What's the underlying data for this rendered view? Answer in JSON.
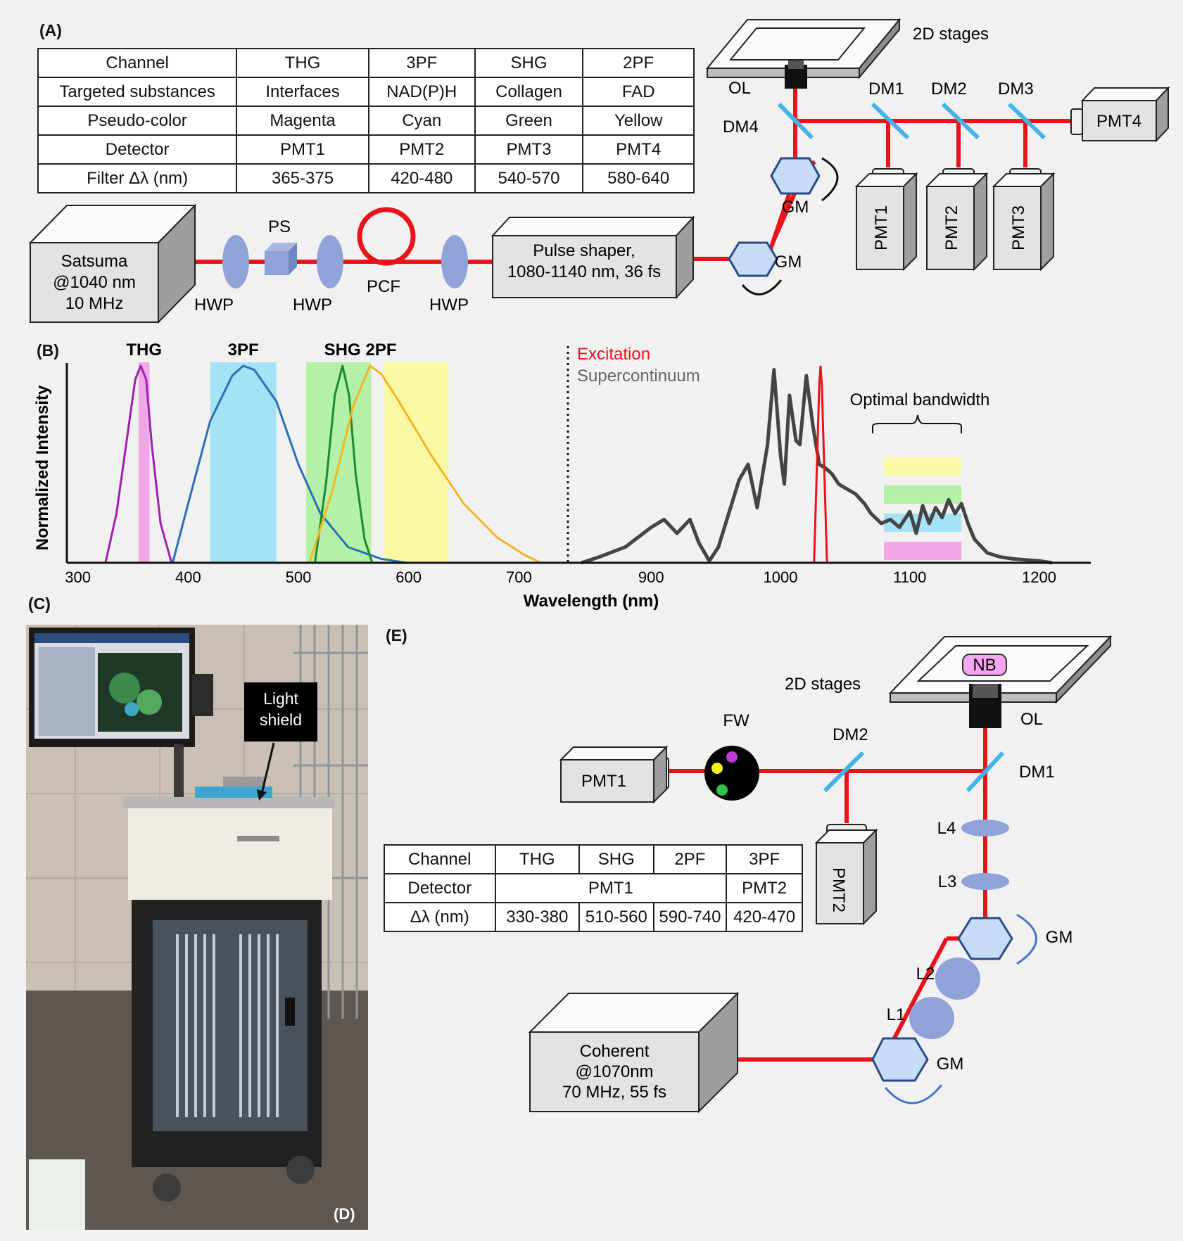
{
  "panels": {
    "a": "(A)",
    "b": "(B)",
    "c": "(C)",
    "d": "(D)",
    "e": "(E)"
  },
  "table_a": {
    "headers": [
      "Channel",
      "THG",
      "3PF",
      "SHG",
      "2PF"
    ],
    "rows": [
      [
        "Targeted substances",
        "Interfaces",
        "NAD(P)H",
        "Collagen",
        "FAD"
      ],
      [
        "Pseudo-color",
        "Magenta",
        "Cyan",
        "Green",
        "Yellow"
      ],
      [
        "Detector",
        "PMT1",
        "PMT2",
        "PMT3",
        "PMT4"
      ],
      [
        "Filter Δλ (nm)",
        "365-375",
        "420-480",
        "540-570",
        "580-640"
      ]
    ]
  },
  "setup_a": {
    "laser": [
      "Satsuma",
      "@1040 nm",
      "10 MHz"
    ],
    "hwp": "HWP",
    "ps": "PS",
    "pcf": "PCF",
    "shaper": [
      "Pulse shaper,",
      "1080-1140 nm, 36 fs"
    ],
    "gm": "GM",
    "ol": "OL",
    "stages": "2D stages",
    "dm1": "DM1",
    "dm2": "DM2",
    "dm3": "DM3",
    "dm4": "DM4",
    "pmt1": "PMT1",
    "pmt2": "PMT2",
    "pmt3": "PMT3",
    "pmt4": "PMT4"
  },
  "chart_data": {
    "type": "line",
    "ylabel": "Normalized Intensity",
    "xlabel": "Wavelength (nm)",
    "left": {
      "xlim": [
        290,
        740
      ],
      "ticks": [
        300,
        400,
        500,
        600,
        700
      ],
      "peak_labels": [
        "THG",
        "3PF",
        "SHG",
        "2PF"
      ],
      "bands": [
        {
          "name": "THG",
          "range": [
            355,
            365
          ],
          "color": "#f0a8e6"
        },
        {
          "name": "3PF",
          "range": [
            420,
            480
          ],
          "color": "#a4e2f6"
        },
        {
          "name": "SHG",
          "range": [
            507,
            566
          ],
          "color": "#b4f0a6"
        },
        {
          "name": "2PF",
          "range": [
            578,
            636
          ],
          "color": "#faf8a4"
        }
      ],
      "series": [
        {
          "x": [
            325,
            335,
            345,
            352,
            357,
            362,
            367,
            375,
            385
          ],
          "y": [
            0,
            0.25,
            0.65,
            0.93,
            1.0,
            0.93,
            0.6,
            0.2,
            0
          ],
          "color": "#a020b0"
        },
        {
          "x": [
            386,
            400,
            420,
            440,
            450,
            460,
            480,
            500,
            520,
            545,
            575,
            598
          ],
          "y": [
            0,
            0.3,
            0.72,
            0.95,
            1.0,
            0.98,
            0.82,
            0.5,
            0.25,
            0.08,
            0.02,
            0
          ],
          "color": "#2b6fb5"
        },
        {
          "x": [
            515,
            525,
            533,
            540,
            546,
            552,
            560,
            567
          ],
          "y": [
            0,
            0.4,
            0.85,
            1.0,
            0.85,
            0.45,
            0.12,
            0
          ],
          "color": "#1e8a2e"
        },
        {
          "x": [
            510,
            530,
            550,
            565,
            575,
            590,
            620,
            650,
            680,
            705,
            720
          ],
          "y": [
            0,
            0.35,
            0.8,
            1.0,
            0.96,
            0.83,
            0.55,
            0.3,
            0.13,
            0.04,
            0
          ],
          "color": "#f2b722"
        }
      ]
    },
    "right": {
      "xlim": [
        840,
        1240
      ],
      "ticks": [
        900,
        1000,
        1100,
        1200
      ],
      "legend": [
        "Excitation",
        "Supercontinuum"
      ],
      "annotation": "Optimal bandwidth",
      "bandwidth_range": [
        1080,
        1140
      ],
      "bandwidth_colors": [
        "#faf8a4",
        "#b4f0a6",
        "#a4e2f6",
        "#f0a8e6"
      ],
      "excitation": {
        "x": [
          1026,
          1028,
          1030,
          1031,
          1032,
          1034,
          1036
        ],
        "y": [
          0,
          0.45,
          0.9,
          1.0,
          0.9,
          0.45,
          0
        ],
        "color": "#e8141b"
      },
      "supercontinuum": {
        "color": "#444444",
        "x": [
          846,
          860,
          880,
          900,
          910,
          920,
          930,
          937,
          945,
          952,
          960,
          968,
          975,
          982,
          990,
          995,
          1000,
          1003,
          1007,
          1012,
          1015,
          1020,
          1025,
          1030,
          1035,
          1040,
          1045,
          1050,
          1058,
          1065,
          1070,
          1078,
          1085,
          1092,
          1100,
          1105,
          1110,
          1115,
          1120,
          1125,
          1130,
          1135,
          1140,
          1145,
          1150,
          1160,
          1170,
          1180,
          1200,
          1210
        ],
        "y": [
          0.0,
          0.03,
          0.08,
          0.18,
          0.22,
          0.15,
          0.22,
          0.1,
          0.01,
          0.08,
          0.25,
          0.42,
          0.5,
          0.28,
          0.6,
          0.98,
          0.55,
          0.4,
          0.85,
          0.62,
          0.6,
          0.95,
          0.7,
          0.5,
          0.48,
          0.45,
          0.4,
          0.38,
          0.35,
          0.3,
          0.25,
          0.2,
          0.22,
          0.18,
          0.26,
          0.15,
          0.29,
          0.2,
          0.28,
          0.23,
          0.32,
          0.25,
          0.3,
          0.2,
          0.12,
          0.05,
          0.03,
          0.02,
          0.01,
          0.0
        ]
      }
    }
  },
  "photo": {
    "sign": [
      "Light",
      "shield"
    ]
  },
  "setup_e": {
    "stages": "2D stages",
    "nb": "NB",
    "ol": "OL",
    "fw": "FW",
    "dm1": "DM1",
    "dm2": "DM2",
    "pmt1": "PMT1",
    "pmt2": "PMT2",
    "l1": "L1",
    "l2": "L2",
    "l3": "L3",
    "l4": "L4",
    "gm": "GM",
    "laser": [
      "Coherent",
      "@1070nm",
      "70 MHz, 55 fs"
    ]
  },
  "table_e": {
    "headers": [
      "Channel",
      "THG",
      "SHG",
      "2PF",
      "3PF"
    ],
    "detector_label": "Detector",
    "detector_values": [
      "PMT1",
      "PMT2"
    ],
    "range_label": "Δλ (nm)",
    "ranges": [
      "330-380",
      "510-560",
      "590-740",
      "420-470"
    ]
  }
}
